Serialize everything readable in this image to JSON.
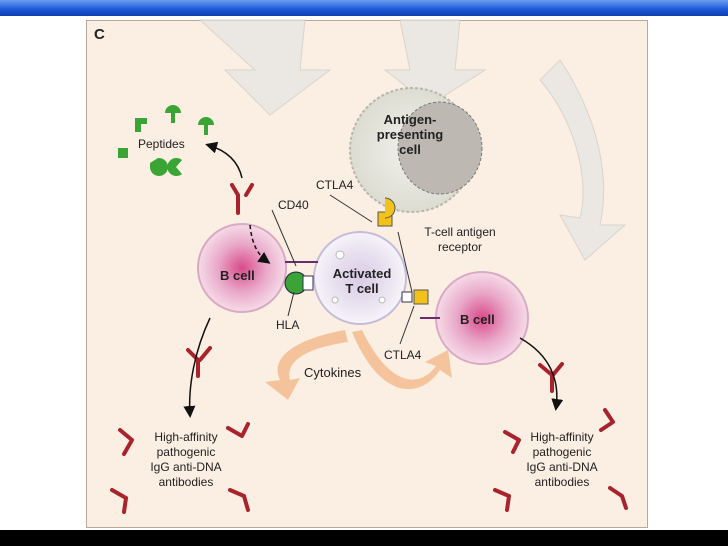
{
  "panel_letter": "C",
  "labels": {
    "apc": "Antigen-\npresenting\ncell",
    "peptides": "Peptides",
    "ctla4_top": "CTLA4",
    "cd40": "CD40",
    "tcr": "T-cell antigen\nreceptor",
    "b_cell_left": "B cell",
    "activated_t": "Activated\nT cell",
    "b_cell_right": "B cell",
    "hla": "HLA",
    "ctla4_bottom": "CTLA4",
    "cytokines": "Cytokines",
    "antibodies_left": "High-affinity\npathogenic\nIgG anti-DNA\nantibodies",
    "antibodies_right": "High-affinity\npathogenic\nIgG anti-DNA\nantibodies"
  },
  "colors": {
    "panel_bg": "#fbeee3",
    "peptide_green": "#3aa535",
    "antibody_red": "#a8232b",
    "receptor_yellow": "#f2c21b",
    "cytokine_orange": "#f4b98a"
  }
}
